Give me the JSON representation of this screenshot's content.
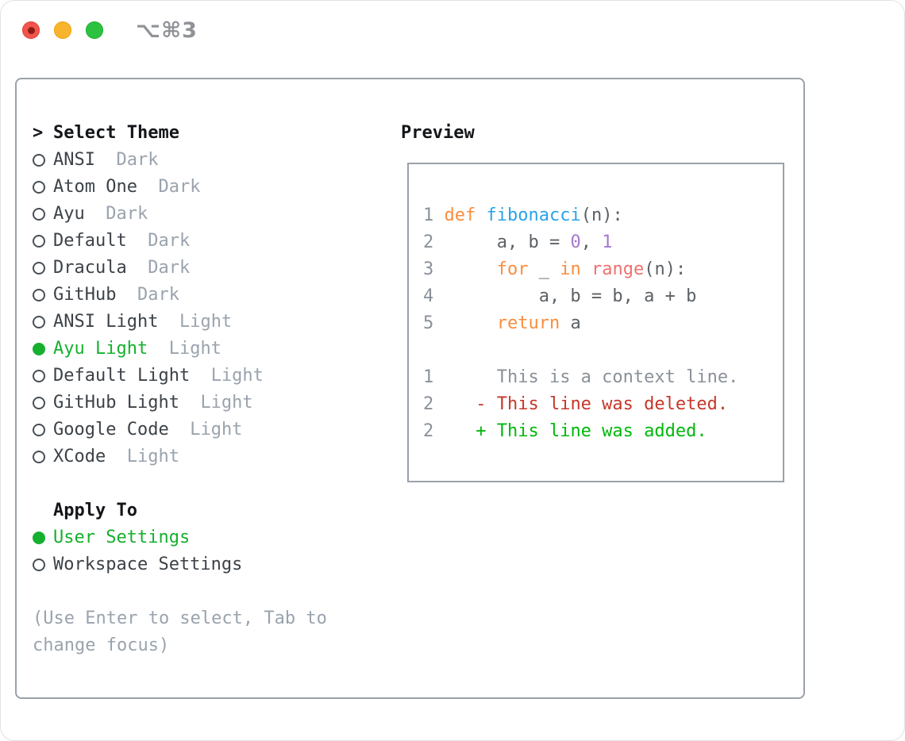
{
  "titlebar": {
    "shortcut": "⌥⌘3",
    "buttons": [
      "close",
      "minimize",
      "zoom"
    ]
  },
  "colors": {
    "selected_green": "#16b02e",
    "panel_border": "#9aa1a9",
    "traffic_red": "#f2554d",
    "traffic_yellow": "#f9b42d",
    "traffic_green": "#2cc240",
    "theme_name": "#3c4248",
    "theme_variant": "#9aa3ad",
    "hint_gray": "#9aa3ad"
  },
  "panel": {
    "select_theme": {
      "prompt": ">",
      "title": "Select Theme",
      "themes": [
        {
          "name": "ANSI",
          "variant": "Dark",
          "selected": false
        },
        {
          "name": "Atom One",
          "variant": "Dark",
          "selected": false
        },
        {
          "name": "Ayu",
          "variant": "Dark",
          "selected": false
        },
        {
          "name": "Default",
          "variant": "Dark",
          "selected": false
        },
        {
          "name": "Dracula",
          "variant": "Dark",
          "selected": false
        },
        {
          "name": "GitHub",
          "variant": "Dark",
          "selected": false
        },
        {
          "name": "ANSI Light",
          "variant": "Light",
          "selected": false
        },
        {
          "name": "Ayu Light",
          "variant": "Light",
          "selected": true
        },
        {
          "name": "Default Light",
          "variant": "Light",
          "selected": false
        },
        {
          "name": "GitHub Light",
          "variant": "Light",
          "selected": false
        },
        {
          "name": "Google Code",
          "variant": "Light",
          "selected": false
        },
        {
          "name": "XCode",
          "variant": "Light",
          "selected": false
        }
      ]
    },
    "apply_to": {
      "title": "Apply To",
      "options": [
        {
          "label": "User Settings",
          "selected": true
        },
        {
          "label": "Workspace Settings",
          "selected": false
        }
      ]
    },
    "hint": "(Use Enter to select, Tab to change focus)"
  },
  "preview": {
    "title": "Preview",
    "colors": {
      "gutter": "#8a9199",
      "kw": "#fa8d3e",
      "fn": "#2aa3e8",
      "call": "#f07171",
      "num": "#a37acc",
      "fg": "#5c6166",
      "ctx": "#8a9199",
      "del": "#c5372b",
      "add": "#00b80b"
    },
    "lines": [
      [
        [
          "1 ",
          "gutter"
        ],
        [
          "def",
          "kw"
        ],
        [
          " ",
          "fg"
        ],
        [
          "fibonacci",
          "fn"
        ],
        [
          "(n):",
          "fg"
        ]
      ],
      [
        [
          "2",
          "gutter"
        ],
        [
          "      a, b = ",
          "fg"
        ],
        [
          "0",
          "num"
        ],
        [
          ", ",
          "fg"
        ],
        [
          "1",
          "num"
        ]
      ],
      [
        [
          "3",
          "gutter"
        ],
        [
          "      ",
          "fg"
        ],
        [
          "for",
          "kw"
        ],
        [
          " _ ",
          "fg"
        ],
        [
          "in",
          "kw"
        ],
        [
          " ",
          "fg"
        ],
        [
          "range",
          "call"
        ],
        [
          "(n):",
          "fg"
        ]
      ],
      [
        [
          "4",
          "gutter"
        ],
        [
          "          a, b = b, a + b",
          "fg"
        ]
      ],
      [
        [
          "5",
          "gutter"
        ],
        [
          "      ",
          "fg"
        ],
        [
          "return",
          "kw"
        ],
        [
          " a",
          "fg"
        ]
      ],
      [],
      [
        [
          "1",
          "gutter"
        ],
        [
          "      This is a context line.",
          "ctx"
        ]
      ],
      [
        [
          "2",
          "gutter"
        ],
        [
          "    ",
          "fg"
        ],
        [
          "- This line was deleted.",
          "del"
        ]
      ],
      [
        [
          "2",
          "gutter"
        ],
        [
          "    ",
          "fg"
        ],
        [
          "+ This line was added.",
          "add"
        ]
      ]
    ]
  }
}
